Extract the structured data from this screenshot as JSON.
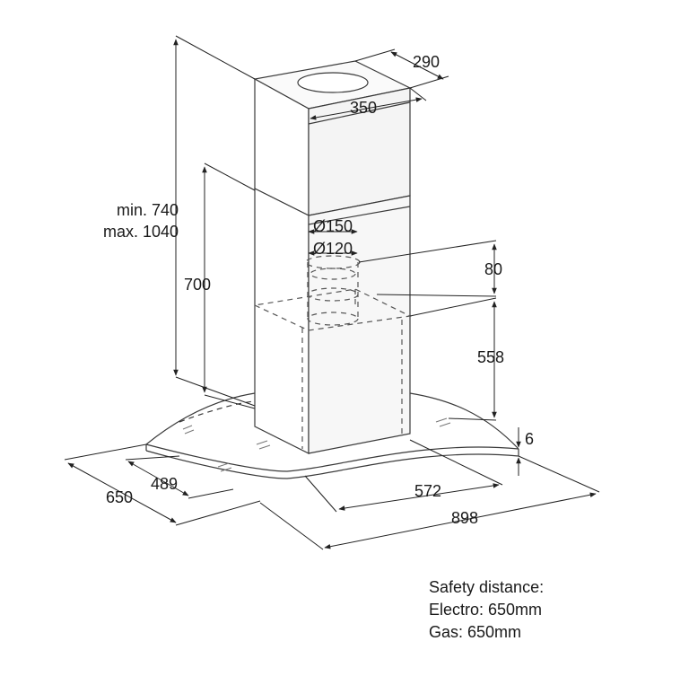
{
  "dimensions": {
    "chimney_depth": "290",
    "chimney_width": "350",
    "height_min": "min. 740",
    "height_max": "max. 1040",
    "hood_height": "700",
    "outlet_diameter": "Ø150",
    "outlet_inner_diameter": "Ø120",
    "outlet_collar": "80",
    "body_height": "558",
    "glass_thickness": "6",
    "glass_depth": "650",
    "body_depth": "489",
    "body_width": "572",
    "glass_width": "898"
  },
  "notes": {
    "title": "Safety distance:",
    "electro": "Electro: 650mm",
    "gas": "Gas: 650mm"
  },
  "colors": {
    "line": "#3a3a3a",
    "dim_line": "#222222",
    "face_light": "#ffffff",
    "face_shade": "#f2f2f2"
  }
}
